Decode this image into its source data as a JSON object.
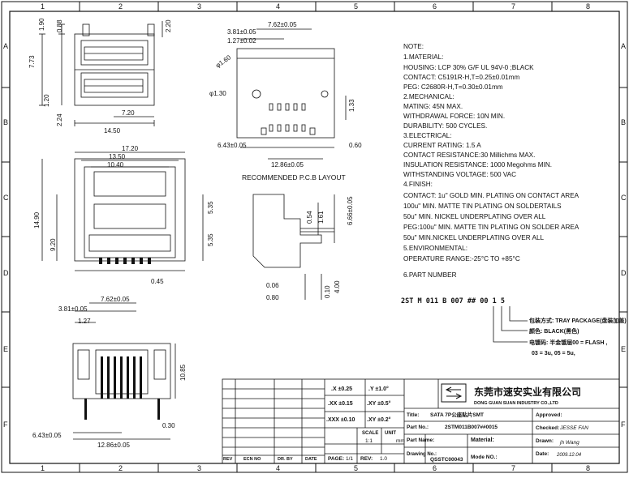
{
  "frame": {
    "cols": [
      "1",
      "2",
      "3",
      "4",
      "5",
      "6",
      "7",
      "8"
    ],
    "rows": [
      "A",
      "B",
      "C",
      "D",
      "E",
      "F"
    ]
  },
  "dims": {
    "top_w1": "7.62±0.05",
    "top_w2": "3.81±0.05",
    "top_w3": "1.27±0.02",
    "hole1": "φ1.60",
    "hole2": "φ1.30",
    "pad_h": "1.33",
    "pad_off": "6.43±0.05",
    "pad_span": "12.86±0.05",
    "pad_w": "0.60",
    "side_h1": "1.90",
    "side_h2": "0.88",
    "side_h3": "2.20",
    "side_tot": "7.73",
    "side_b1": "1.20",
    "side_b2": "2.24",
    "side_w": "7.20",
    "side_total_w": "14.50",
    "front_w1": "17.20",
    "front_w2": "13.50",
    "front_w3": "10.40",
    "front_h1": "14.90",
    "front_h2": "9.20",
    "front_h3": "5.35",
    "front_h4": "5.35",
    "front_pin": "0.45",
    "prof_a": "0.54",
    "prof_b": "1.61",
    "prof_c": "6.66±0.05",
    "prof_d": "0.06",
    "prof_e": "0.80",
    "prof_f": "0.10",
    "prof_g": "4.00",
    "bot_w1": "7.62±0.05",
    "bot_w2": "3.81±0.05",
    "bot_w3": "1.27",
    "bot_h": "10.85",
    "bot_pin": "0.30",
    "bot_off": "6.43±0.05",
    "bot_span": "12.86±0.05",
    "pcb_title": "RECOMMENDED P.C.B LAYOUT"
  },
  "notes": {
    "lines": [
      "NOTE:",
      "1.MATERIAL:",
      "   HOUSING: LCP  30% G/F UL 94V-0 ;BLACK",
      "   CONTACT: C5191R-H,T=0.25±0.01mm",
      "   PEG: C2680R-H,T=0.30±0.01mm",
      "2.MECHANICAL:",
      "   MATING: 45N MAX.",
      "   WITHDRAWAL FORCE: 10N MIN.",
      "   DURABILITY: 500 CYCLES.",
      "3.ELECTRICAL:",
      "   CURRENT RATING: 1.5 A",
      "   CONTACT RESISTANCE:30 Millichms MAX.",
      "   INSULATION RESISTANCE: 1000 Megohms MIN.",
      "   WITHSTANDING VOLTAGE: 500 VAC",
      "4.FINISH:",
      "   CONTACT: 1u\" GOLD MIN. PLATING ON CONTACT AREA",
      "   100u\" MIN. MATTE TIN PLATING ON SOLDERTAILS",
      "   50u\" MIN. NICKEL UNDERPLATING OVER ALL",
      "   PEG:100u\" MIN. MATTE TIN PLATING ON SOLDER AREA",
      "   50u\" MIN.NICKEL UNDERPLATING OVER ALL",
      "5.ENVIRONMENTAL:",
      "   OPERATURE RANGE:-25°C TO +85°C",
      "",
      "   6.PART NUMBER"
    ]
  },
  "part_number": {
    "code": "2ST M 011 B 007 ## 00 1 5",
    "tray": "包装方式: TRAY PACKAGE(盘装加盖)",
    "color": "颜色: BLACK(黑色)",
    "plating": "电镀码: 半金镀层00 = FLASH ,",
    "plating2": "03 = 3u,  05 = 5u,"
  },
  "title_block": {
    "tol1": ".X  ±0.25",
    "tol1b": ".Y  ±1.0°",
    "tol2": ".XX  ±0.15",
    "tol2b": ".XY  ±0.5°",
    "tol3": ".XXX  ±0.10",
    "tol3b": ".XY  ±0.2°",
    "company": "东莞市速安实业有限公司",
    "company_en": "DONG GUAN SUAN INDUSTRY CO.,LTD",
    "title_label": "Title:",
    "title_value": "SATA 7P公座贴片SMT",
    "partno_label": "Part No.:",
    "partno_value": "2STM011B007##0015",
    "partname_label": "Part Name:",
    "material_label": "Material:",
    "drawing_label": "Drawing No.:",
    "drawing_value": "QSSTC00043",
    "mode_label": "Mode NO.:",
    "approved_label": "Approved:",
    "checked_label": "Checked:",
    "checked_value": "JESSE FAN",
    "drawn_label": "Drawn:",
    "drawn_value": "jh Wang",
    "date_label": "Date:",
    "date_value": "2009.12.04",
    "scale_label": "SCALE",
    "scale_value": "1:1",
    "unit_label": "UNIT",
    "unit_value": "mm",
    "page_label": "PAGE:",
    "page_value": "1/1",
    "rev_label": "REV:",
    "rev_value": "1.0",
    "rev_cols": [
      "REV",
      "ECN NO",
      "DR. BY",
      "DATE"
    ]
  }
}
